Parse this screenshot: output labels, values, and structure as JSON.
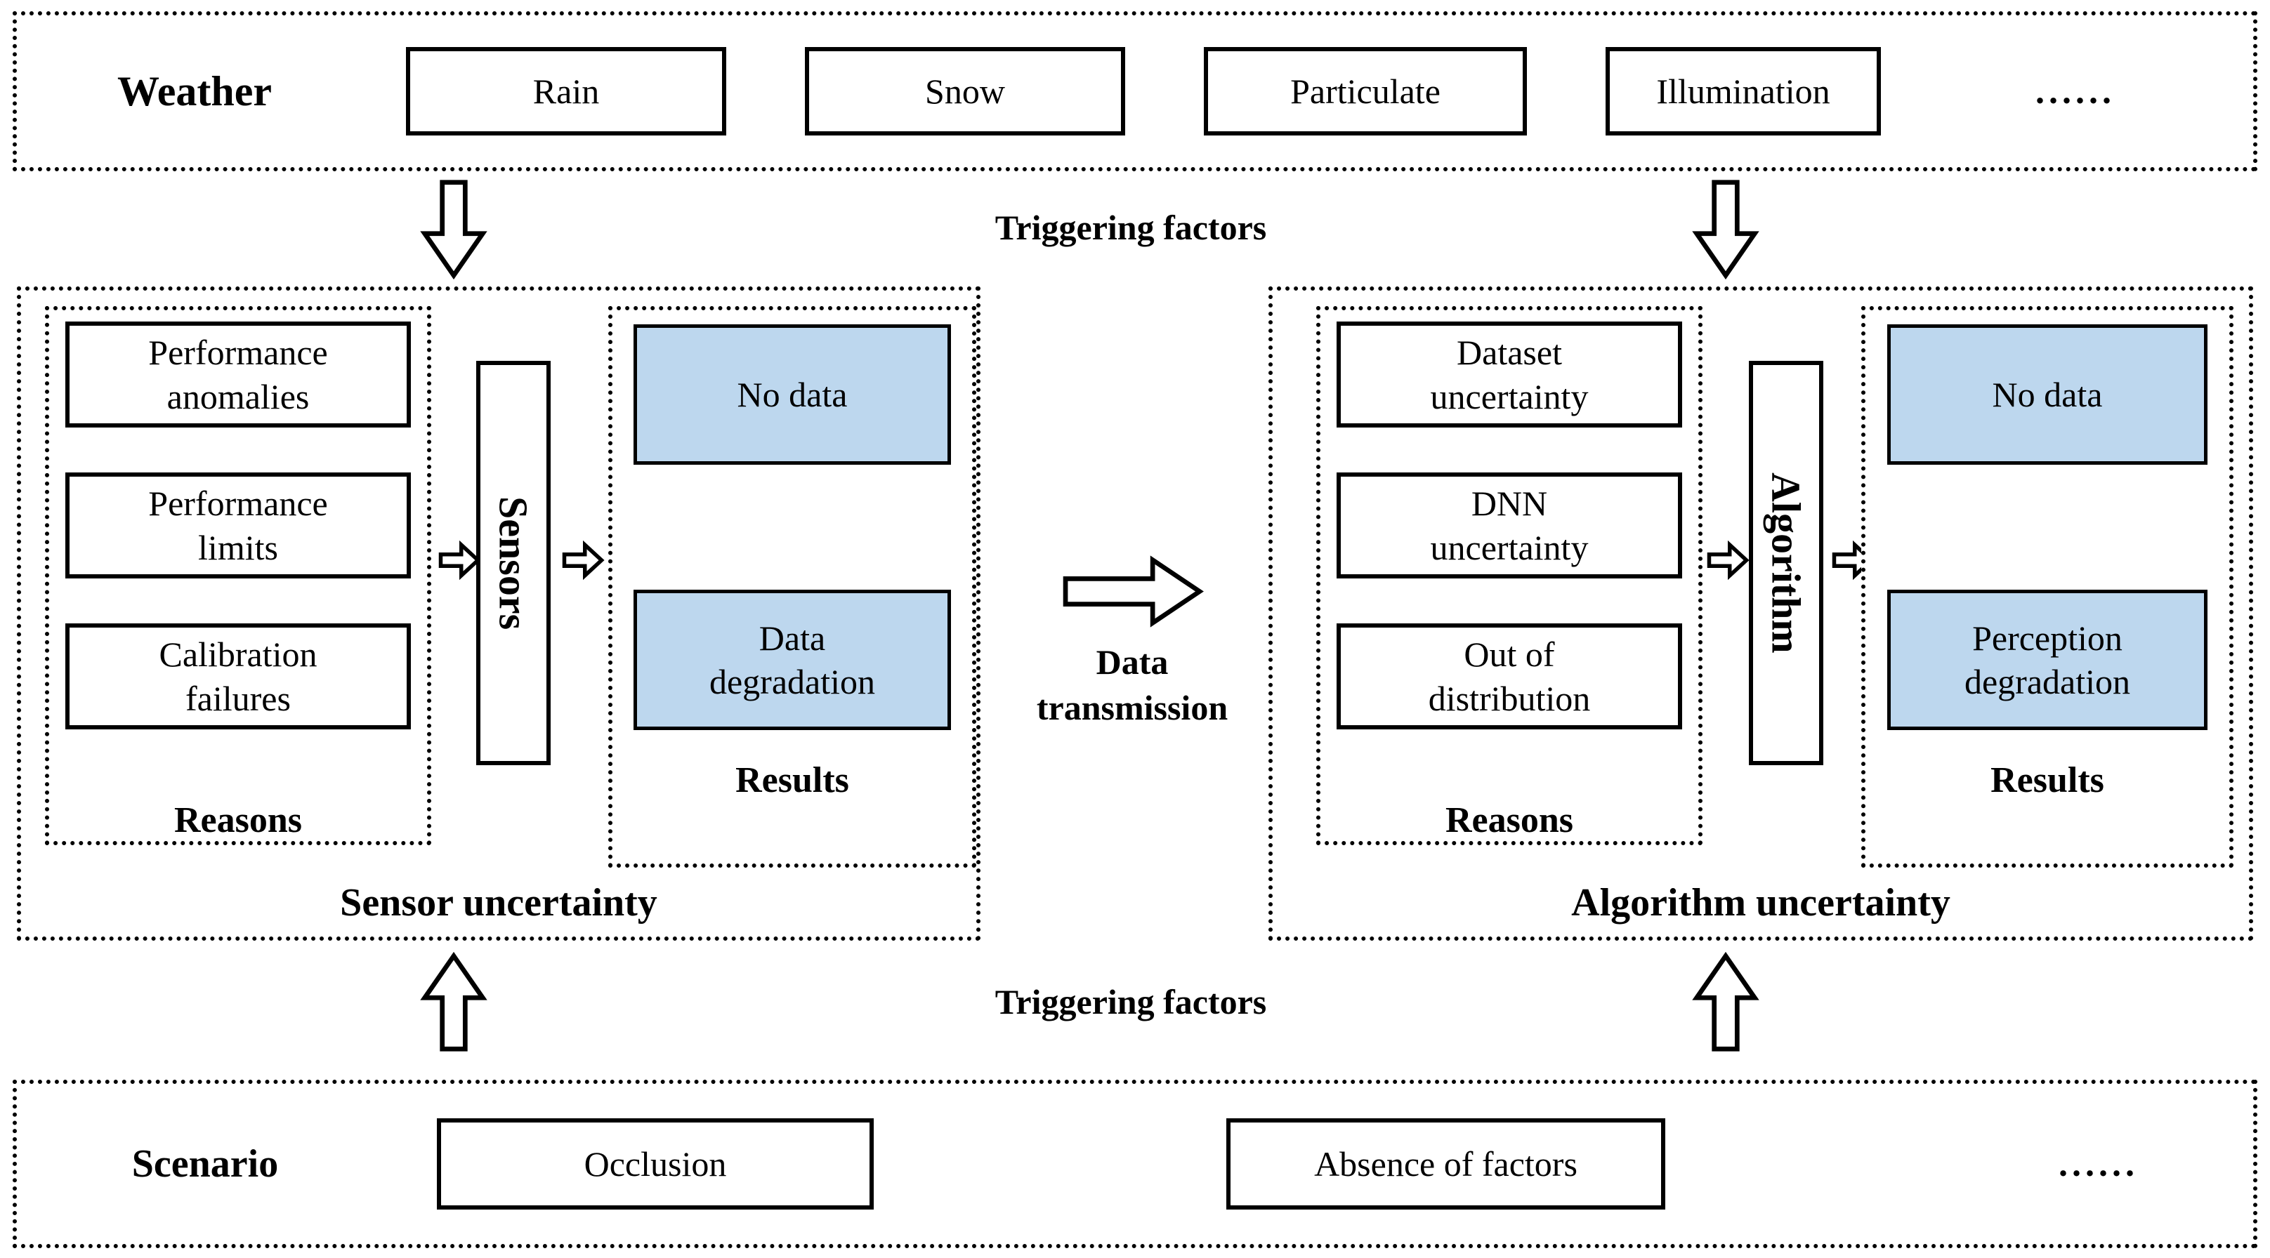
{
  "colors": {
    "result_fill_blue": "#bdd7ee",
    "line": "#000000",
    "background": "#ffffff"
  },
  "weather_band": {
    "label": "Weather",
    "items": [
      "Rain",
      "Snow",
      "Particulate",
      "Illumination"
    ],
    "more": "......"
  },
  "triggering_top": {
    "label": "Triggering factors"
  },
  "sensor_uncertainty": {
    "title": "Sensor uncertainty",
    "reasons": {
      "items": [
        "Performance anomalies",
        "Performance limits",
        "Calibration failures"
      ],
      "label": "Reasons"
    },
    "component": "Sensors",
    "results": {
      "items": [
        "No data",
        "Data degradation"
      ],
      "label": "Results"
    }
  },
  "data_transmission": {
    "label": "Data transmission"
  },
  "algorithm_uncertainty": {
    "title": "Algorithm uncertainty",
    "reasons": {
      "items": [
        "Dataset uncertainty",
        "DNN uncertainty",
        "Out of distribution"
      ],
      "label": "Reasons"
    },
    "component": "Algorithm",
    "results": {
      "items": [
        "No data",
        "Perception degradation"
      ],
      "label": "Results"
    }
  },
  "triggering_bottom": {
    "label": "Triggering factors"
  },
  "scenario_band": {
    "label": "Scenario",
    "items": [
      "Occlusion",
      "Absence of factors"
    ],
    "more": "......"
  }
}
